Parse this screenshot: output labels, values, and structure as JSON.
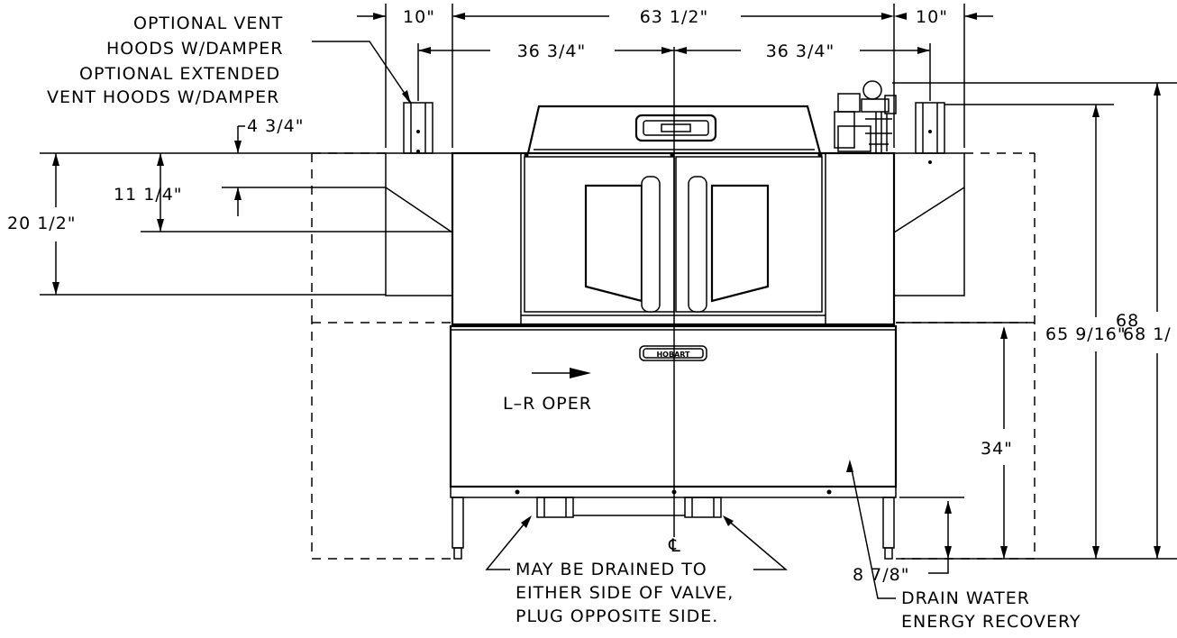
{
  "dimensions": {
    "overall_width": "63 1/2\"",
    "left_vent_width": "10\"",
    "right_vent_width": "10\"",
    "left_half": "36 3/4\"",
    "right_half": "36 3/4\"",
    "hood_offset": "4 3/4\"",
    "hood_height_inner": "11 1/4\"",
    "hood_height_outer": "20 1/2\"",
    "table_height": "34\"",
    "vent_top_height": "65 9/16\"",
    "overall_height": "68 1/",
    "overall_height_overlap": "68",
    "leg_height": "8 7/8\""
  },
  "callouts": {
    "optional_vent_line1": "OPTIONAL VENT",
    "optional_vent_line2": "HOODS W/DAMPER",
    "optional_extended_line1": "OPTIONAL EXTENDED",
    "optional_extended_line2": "VENT HOODS W/DAMPER",
    "operation": "L–R OPER",
    "drain_line1": "MAY BE DRAINED TO",
    "drain_line2": "EITHER SIDE OF VALVE,",
    "drain_line3": "PLUG OPPOSITE SIDE.",
    "energy_line1": "DRAIN WATER",
    "energy_line2": "ENERGY RECOVERY",
    "centerline": "℄",
    "brand": "HOBART"
  }
}
